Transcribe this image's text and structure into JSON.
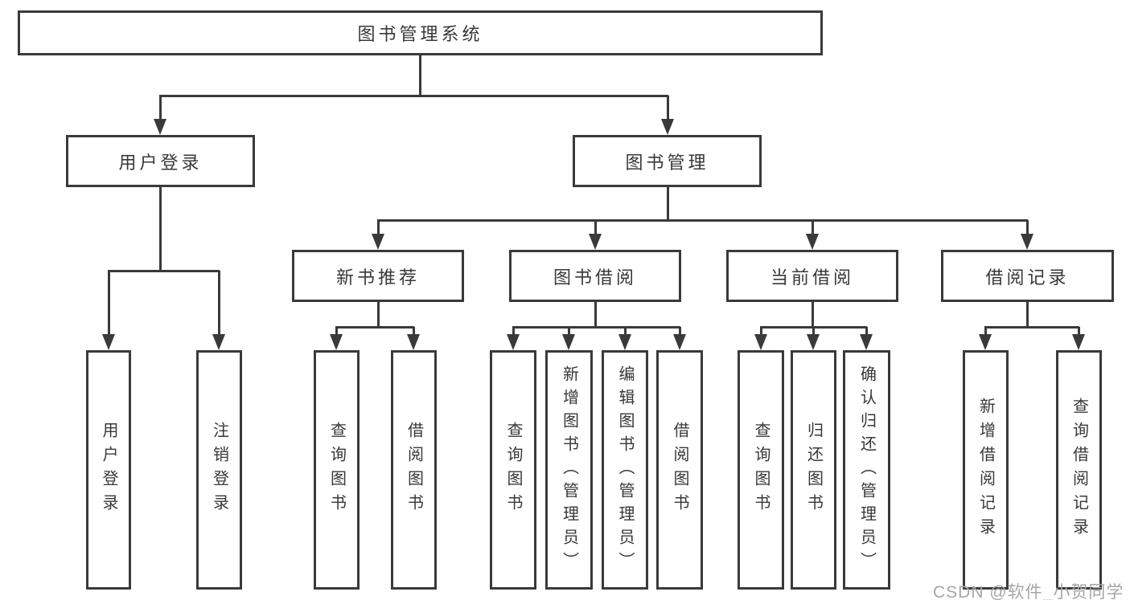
{
  "diagram": {
    "root": {
      "label": "图书管理系统"
    },
    "user_branch": {
      "label": "用户登录",
      "children": [
        {
          "label": "用户登录"
        },
        {
          "label": "注销登录"
        }
      ]
    },
    "book_branch": {
      "label": "图书管理",
      "groups": [
        {
          "label": "新书推荐",
          "children": [
            {
              "label": "查询图书"
            },
            {
              "label": "借阅图书"
            }
          ]
        },
        {
          "label": "图书借阅",
          "children": [
            {
              "label": "查询图书"
            },
            {
              "label": "新增图书（管理员）"
            },
            {
              "label": "编辑图书（管理员）"
            },
            {
              "label": "借阅图书"
            }
          ]
        },
        {
          "label": "当前借阅",
          "children": [
            {
              "label": "查询图书"
            },
            {
              "label": "归还图书"
            },
            {
              "label": "确认归还（管理员）"
            }
          ]
        },
        {
          "label": "借阅记录",
          "children": [
            {
              "label": "新增借阅记录"
            },
            {
              "label": "查询借阅记录"
            }
          ]
        }
      ]
    },
    "watermark": "CSDN @软件_小贺同学",
    "colors": {
      "line": "#3a3a3a",
      "text": "#383838",
      "watermark": "#a6a6a6",
      "background": "#ffffff"
    }
  }
}
